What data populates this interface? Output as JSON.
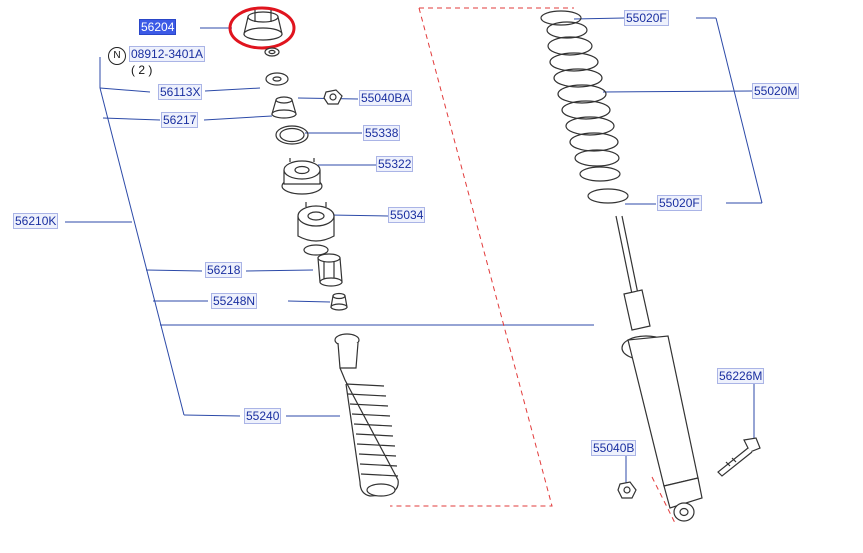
{
  "parts": [
    {
      "id": "p56204",
      "label": "56204",
      "selected": true
    },
    {
      "id": "p08912",
      "label": "08912-3401A",
      "selected": false
    },
    {
      "id": "p56113X",
      "label": "56113X",
      "selected": false
    },
    {
      "id": "p55040BA",
      "label": "55040BA",
      "selected": false
    },
    {
      "id": "p56217",
      "label": "56217",
      "selected": false
    },
    {
      "id": "p55338",
      "label": "55338",
      "selected": false
    },
    {
      "id": "p55322",
      "label": "55322",
      "selected": false
    },
    {
      "id": "p56210K",
      "label": "56210K",
      "selected": false
    },
    {
      "id": "p55034",
      "label": "55034",
      "selected": false
    },
    {
      "id": "p56218",
      "label": "56218",
      "selected": false
    },
    {
      "id": "p55248N",
      "label": "55248N",
      "selected": false
    },
    {
      "id": "p55240",
      "label": "55240",
      "selected": false
    },
    {
      "id": "p55020F_top",
      "label": "55020F",
      "selected": false
    },
    {
      "id": "p55020M",
      "label": "55020M",
      "selected": false
    },
    {
      "id": "p55020F_bot",
      "label": "55020F",
      "selected": false
    },
    {
      "id": "p56226M",
      "label": "56226M",
      "selected": false
    },
    {
      "id": "p55040B",
      "label": "55040B",
      "selected": false
    }
  ],
  "nut_note": {
    "circle": "N",
    "qty": "( 2 )"
  },
  "colors": {
    "label_text": "#1a2fa0",
    "leader": "#2c4aa8",
    "highlight": "#3c5ae6",
    "callout_circle": "#e0141e",
    "dashed_box": "#e23b3b",
    "part_stroke": "#333333"
  }
}
